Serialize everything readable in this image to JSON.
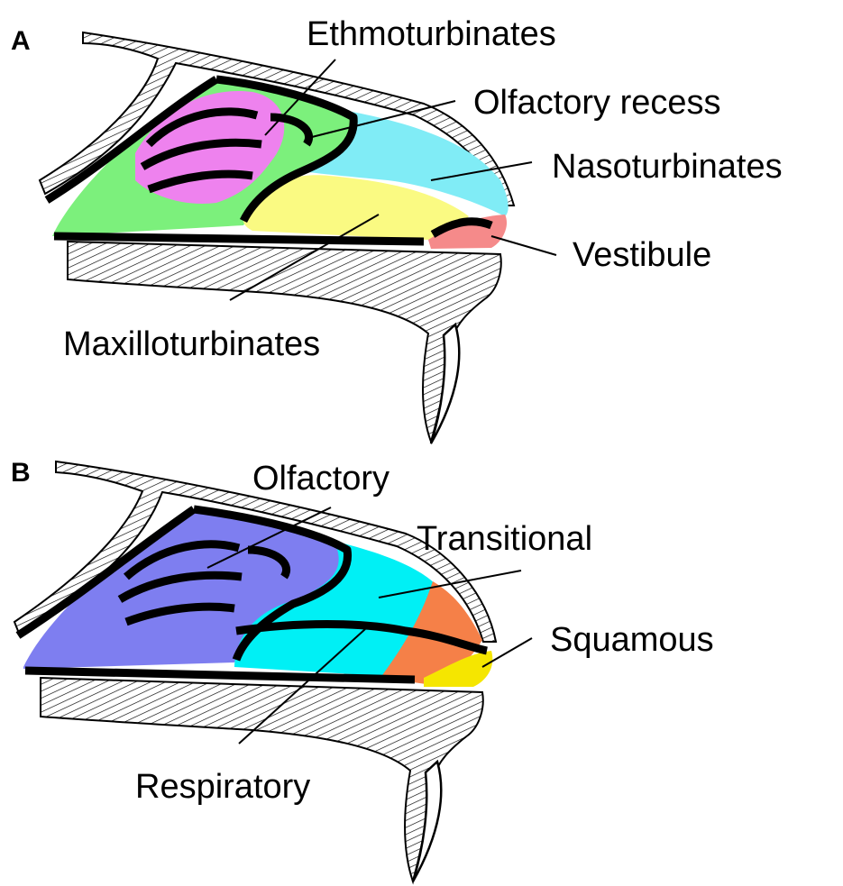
{
  "panels": {
    "a": {
      "letter": "A",
      "labels": {
        "ethmoturbinates": "Ethmoturbinates",
        "olfactory_recess": "Olfactory recess",
        "nasoturbinates": "Nasoturbinates",
        "vestibule": "Vestibule",
        "maxilloturbinates": "Maxilloturbinates"
      },
      "colors": {
        "ethmoturbinates": "#ee82ee",
        "olfactory_recess": "#7cf07c",
        "nasoturbinates": "#80ecf6",
        "maxilloturbinates": "#fafa82",
        "vestibule": "#f58a8a"
      }
    },
    "b": {
      "letter": "B",
      "labels": {
        "olfactory": "Olfactory",
        "transitional": "Transitional",
        "squamous": "Squamous",
        "respiratory": "Respiratory"
      },
      "colors": {
        "olfactory": "#7e7ef0",
        "respiratory": "#00f0f5",
        "transitional": "#f58048",
        "squamous": "#f5e600"
      }
    }
  },
  "colors": {
    "bone_hatch": "#000000",
    "outline": "#000000",
    "background": "#ffffff"
  }
}
